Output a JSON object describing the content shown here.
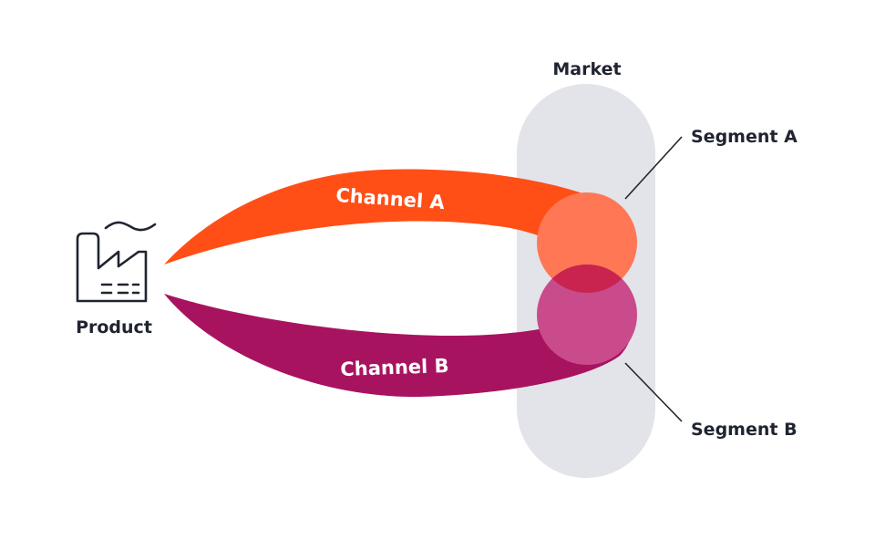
{
  "diagram": {
    "product_label": "Product",
    "market_label": "Market",
    "channel_a_label": "Channel A",
    "channel_b_label": "Channel B",
    "segment_a_label": "Segment A",
    "segment_b_label": "Segment B",
    "icons": {
      "product": "factory-icon"
    },
    "colors": {
      "channel_a": "#ff4f17",
      "channel_b": "#a8135f",
      "segment_a": "#ff7755",
      "segment_b": "#c94b8b",
      "overlap": "#c8244f",
      "market": "#e3e3ea",
      "line": "#1f2430"
    }
  }
}
